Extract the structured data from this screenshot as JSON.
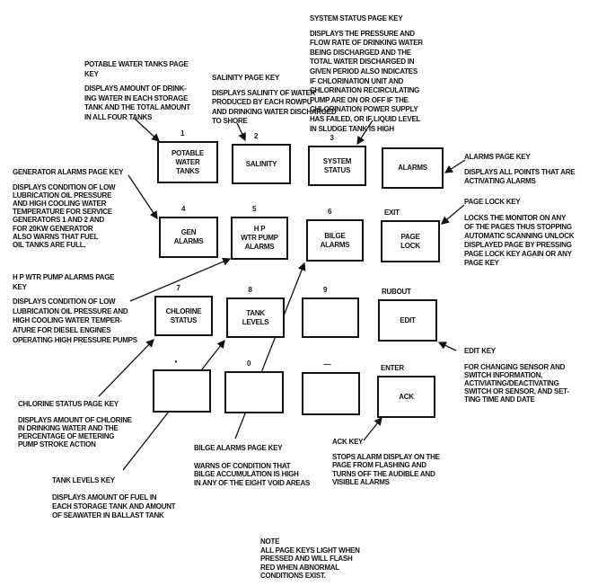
{
  "keys": [
    {
      "top_label": "1",
      "lines": [
        "POTABLE",
        "WATER",
        "TANKS"
      ]
    },
    {
      "top_label": "2",
      "lines": [
        "SALINITY"
      ]
    },
    {
      "top_label": "3",
      "lines": [
        "SYSTEM",
        "STATUS"
      ]
    },
    {
      "top_label": "",
      "lines": [
        "ALARMS"
      ]
    },
    {
      "top_label": "4",
      "lines": [
        "GEN",
        "ALARMS"
      ]
    },
    {
      "top_label": "5",
      "lines": [
        "H P",
        "WTR PUMP",
        "ALARMS"
      ]
    },
    {
      "top_label": "6",
      "lines": [
        "BILGE",
        "ALARMS"
      ]
    },
    {
      "top_label": "EXIT",
      "lines": [
        "PAGE",
        "LOCK"
      ]
    },
    {
      "top_label": "7",
      "lines": [
        "CHLORINE",
        "STATUS"
      ]
    },
    {
      "top_label": "8",
      "lines": [
        "TANK",
        "LEVELS"
      ]
    },
    {
      "top_label": "9",
      "lines": []
    },
    {
      "top_label": "RUBOUT",
      "lines": [
        "EDIT"
      ]
    },
    {
      "top_label": "•",
      "lines": []
    },
    {
      "top_label": "0",
      "lines": []
    },
    {
      "top_label": "—",
      "lines": []
    },
    {
      "top_label": "ENTER",
      "lines": [
        "ACK"
      ]
    }
  ],
  "callouts": {
    "system_status": {
      "title": "SYSTEM STATUS PAGE KEY",
      "desc": [
        "DISPLAYS THE PRESSURE AND",
        "FLOW RATE OF DRINKING WATER",
        "BEING DISCHARGED AND THE",
        "TOTAL WATER DISCHARGED IN",
        "GIVEN PERIOD  ALSO INDICATES",
        "IF CHLORINATION UNIT AND",
        "CHLORINATION RECIRCULATING",
        "PUMP ARE ON OR OFF IF THE",
        "CHLORINATION POWER SUPPLY",
        "HAS FAILED, OR IF LIQUID LEVEL",
        "IN SLUDGE TANK IS HIGH"
      ]
    },
    "potable": {
      "title": [
        "POTABLE WATER TANKS PAGE",
        "KEY"
      ],
      "desc": [
        "DISPLAYS AMOUNT OF DRINK-",
        "ING WATER IN EACH STORAGE",
        "TANK AND THE TOTAL AMOUNT",
        "IN ALL FOUR TANKS"
      ]
    },
    "salinity": {
      "title": "SALINITY PAGE KEY",
      "desc": [
        "DISPLAYS SALINITY OF WATER",
        "PRODUCED BY EACH ROWPU",
        "AND DRINKING WATER DISCHARGED",
        "TO SHORE"
      ]
    },
    "alarms": {
      "title": "ALARMS PAGE KEY",
      "desc": [
        "DISPLAYS ALL POINTS THAT ARE",
        "ACTIVATING ALARMS"
      ]
    },
    "gen_alarms": {
      "title": "GENERATOR ALARMS PAGE KEY",
      "desc": [
        "DISPLAYS CONDITION OF LOW",
        "LUBRICATION OIL PRESSURE",
        "AND HIGH COOLING WATER",
        "TEMPERATURE FOR SERVICE",
        "GENERATORS 1 AND 2 AND",
        "FOR 20KW GENERATOR",
        "ALSO WARNS THAT FUEL",
        "OIL TANKS ARE FULL."
      ]
    },
    "page_lock": {
      "title": "PAGE LOCK KEY",
      "desc": [
        "LOCKS THE MONITOR ON ANY",
        "OF THE PAGES  THUS STOPPING",
        "AUTOMATIC SCANNING  UNLOCK",
        "DISPLAYED PAGE BY PRESSING",
        "PAGE LOCK KEY AGAIN OR ANY",
        "PAGE KEY"
      ]
    },
    "hp_pump": {
      "title": [
        "H P WTR  PUMP ALARMS PAGE",
        "KEY"
      ],
      "desc": [
        "DISPLAYS CONDITION OF LOW",
        "LUBRICATION OIL PRESSURE AND",
        "HIGH COOLING WATER TEMPER-",
        "ATURE FOR DIESEL ENGINES",
        "OPERATING HIGH PRESSURE PUMPS"
      ]
    },
    "edit": {
      "title": "EDIT KEY",
      "desc": [
        "FOR CHANGING SENSOR AND",
        "SWITCH INFORMATION,",
        "ACTIVIATING/DEACTIVATING",
        "SWITCH OR SENSOR, AND SET-",
        "TING TIME AND DATE"
      ]
    },
    "chlorine": {
      "title": "CHLORINE STATUS PAGE KEY",
      "desc": [
        "DISPLAYS AMOUNT OF CHLORINE",
        "IN DRINKING WATER AND THE",
        "PERCENTAGE OF METERING",
        "PUMP STROKE ACTION"
      ]
    },
    "bilge": {
      "title": "BILGE ALARMS PAGE KEY",
      "desc": [
        "WARNS OF CONDITION THAT",
        "BILGE ACCUMULATION IS HIGH",
        "IN ANY OF THE EIGHT VOID AREAS"
      ]
    },
    "ack": {
      "title": "ACK  KEY",
      "desc": [
        "STOPS ALARM DISPLAY ON THE",
        "PAGE FROM FLASHING AND",
        "TURNS OFF THE AUDIBLE AND",
        "VISIBLE ALARMS"
      ]
    },
    "tank_levels": {
      "title": "TANK LEVELS KEY",
      "desc": [
        "DISPLAYS AMOUNT OF FUEL IN",
        "EACH STORAGE TANK AND AMOUNT",
        "OF SEAWATER IN BALLAST TANK"
      ]
    }
  },
  "note": [
    "NOTE",
    "ALL PAGE KEYS LIGHT WHEN",
    "PRESSED AND WILL FLASH",
    "RED WHEN ABNORMAL",
    "CONDITIONS EXIST."
  ]
}
